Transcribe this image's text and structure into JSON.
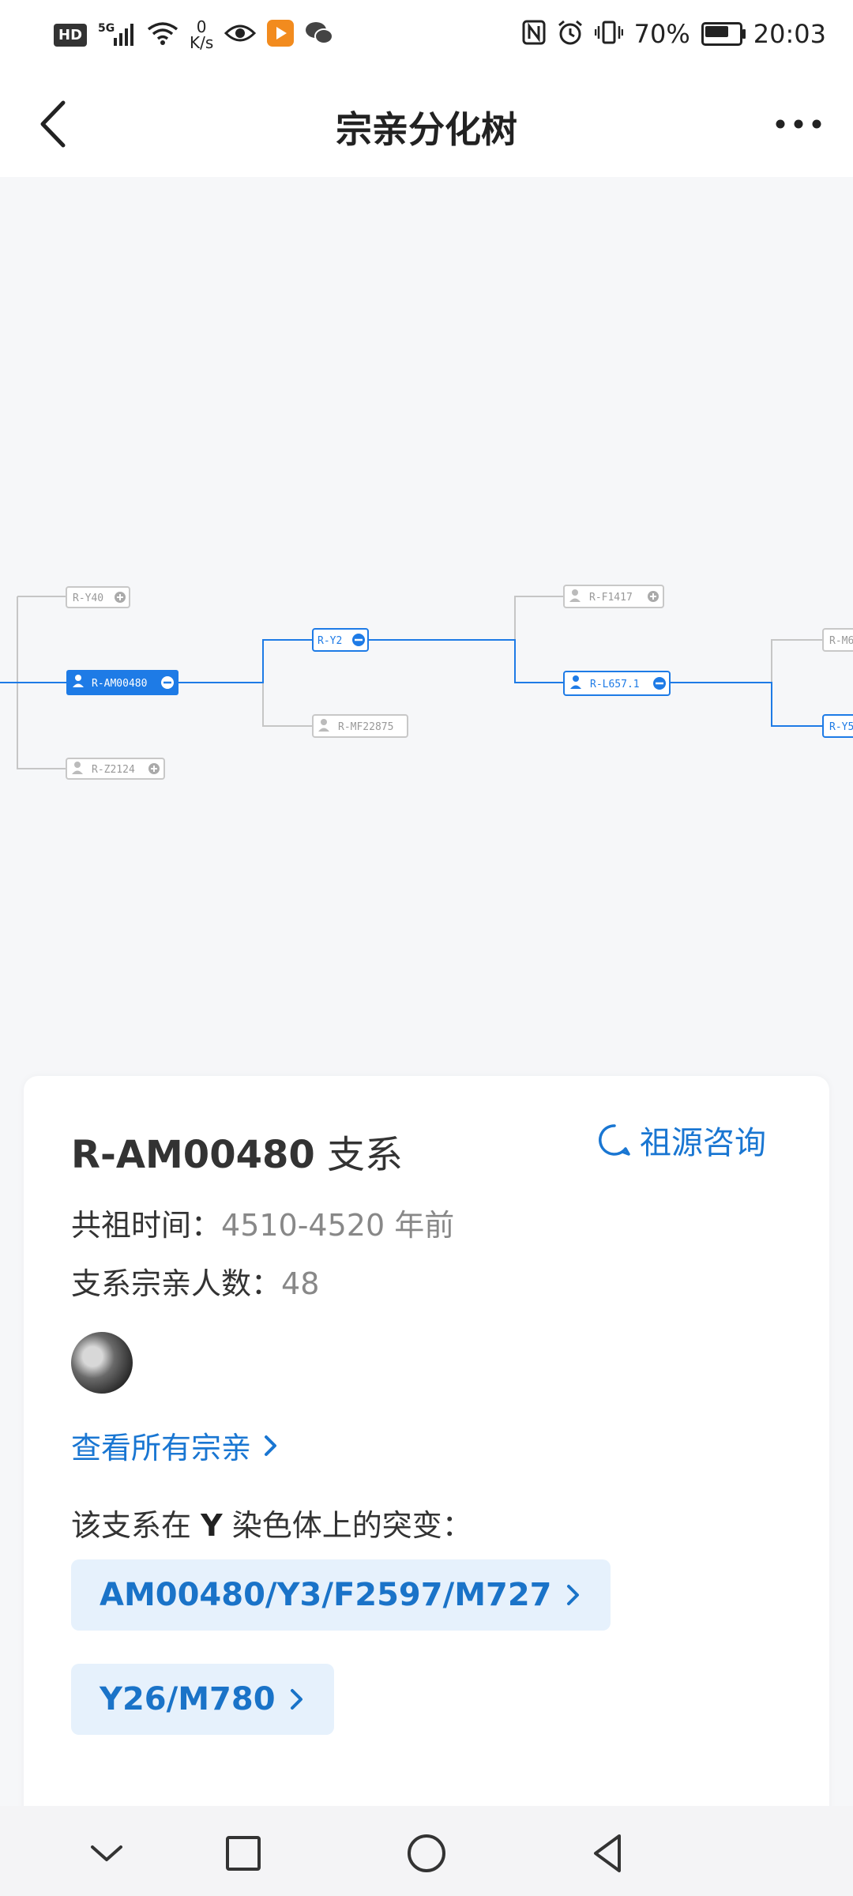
{
  "status_bar": {
    "hd": "HD",
    "signal": "5G",
    "speed_value": "0",
    "speed_unit": "K/s",
    "battery_percent": "70%",
    "battery_level": 0.7,
    "time": "20:03"
  },
  "nav": {
    "title": "宗亲分化树"
  },
  "tree": {
    "nodes": {
      "y40": "R-Y40",
      "am00480": "R-AM00480",
      "z2124": "R-Z2124",
      "y2": "R-Y2",
      "mf22875": "R-MF22875",
      "f1417": "R-F1417",
      "l657": "R-L657.1",
      "m6": "R-M6",
      "y5": "R-Y5"
    }
  },
  "card": {
    "title_code": "R-AM00480",
    "title_suffix": " 支系",
    "consult_label": "祖源咨询",
    "tmrca_label": "共祖时间：",
    "tmrca_value": "4510-4520 年前",
    "count_label": "支系宗亲人数：",
    "count_value": "48",
    "view_all_label": "查看所有宗亲",
    "mutation_prefix": "该支系在 ",
    "mutation_y": "Y",
    "mutation_suffix": " 染色体上的突变：",
    "mutation_chips": [
      "AM00480/Y3/F2597/M727",
      "Y26/M780"
    ]
  },
  "colors": {
    "accent": "#1976d2",
    "chip_bg": "#e6f1fc",
    "selected_node": "#1e7be6"
  }
}
